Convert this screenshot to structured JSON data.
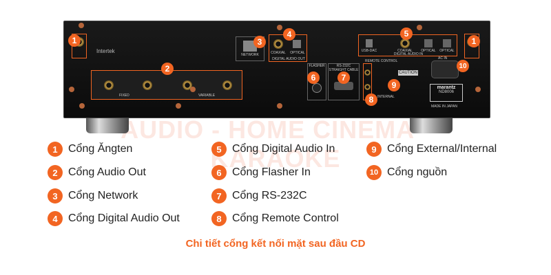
{
  "accent_color": "#f26522",
  "watermark": "AUDIO - HOME CINEMA - KARAOKE",
  "panel_labels": {
    "network": "NETWORK",
    "digital_out": "DIGITAL AUDIO OUT",
    "coaxial": "COAXIAL",
    "optical": "OPTICAL",
    "digital_in": "DIGITAL AUDIO IN",
    "usb_dac": "USB-DAC",
    "fixed": "FIXED",
    "variable": "VARIABLE",
    "flasher": "FLASHER",
    "rs232": "RS-232C",
    "straight_cable": "STRAIGHT CABLE",
    "remote_control": "REMOTE CONTROL",
    "internal": "INTERNAL",
    "ac_in": "AC IN",
    "brand": "marantz",
    "model": "ND8006",
    "made_in": "MADE IN JAPAN",
    "intertek": "Intertek",
    "caution": "CAUTION"
  },
  "legend": [
    {
      "num": "1",
      "label": "Cổng Ăngten"
    },
    {
      "num": "2",
      "label": "Cổng Audio Out"
    },
    {
      "num": "3",
      "label": "Cổng Network"
    },
    {
      "num": "4",
      "label": "Cổng Digital Audio Out"
    },
    {
      "num": "5",
      "label": "Cổng Digital Audio In"
    },
    {
      "num": "6",
      "label": "Cổng Flasher In"
    },
    {
      "num": "7",
      "label": "Cổng RS-232C"
    },
    {
      "num": "8",
      "label": "Cổng Remote Control"
    },
    {
      "num": "9",
      "label": "Cổng External/Internal"
    },
    {
      "num": "10",
      "label": "Cổng nguồn"
    }
  ],
  "caption": "Chi tiết cổng kết nối mặt sau đầu CD"
}
